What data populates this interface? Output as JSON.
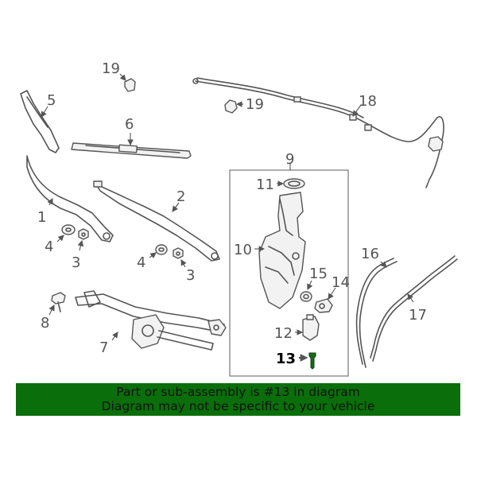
{
  "callouts": {
    "c1": "1",
    "c2": "2",
    "c3a": "3",
    "c3b": "3",
    "c4a": "4",
    "c4b": "4",
    "c5": "5",
    "c6": "6",
    "c7": "7",
    "c8": "8",
    "c9": "9",
    "c10": "10",
    "c11": "11",
    "c12": "12",
    "c13": "13",
    "c14": "14",
    "c15": "15",
    "c16": "16",
    "c17": "17",
    "c18": "18",
    "c19a": "19",
    "c19b": "19"
  },
  "highlight_part": "13",
  "banner": {
    "line1": "Part or sub-assembly is #13 in diagram",
    "line2": "Diagram may not be specific to your vehicle",
    "background": "#0a6e0a"
  },
  "colors": {
    "linework": "#555555",
    "highlight_part": "#1a6b1a"
  }
}
